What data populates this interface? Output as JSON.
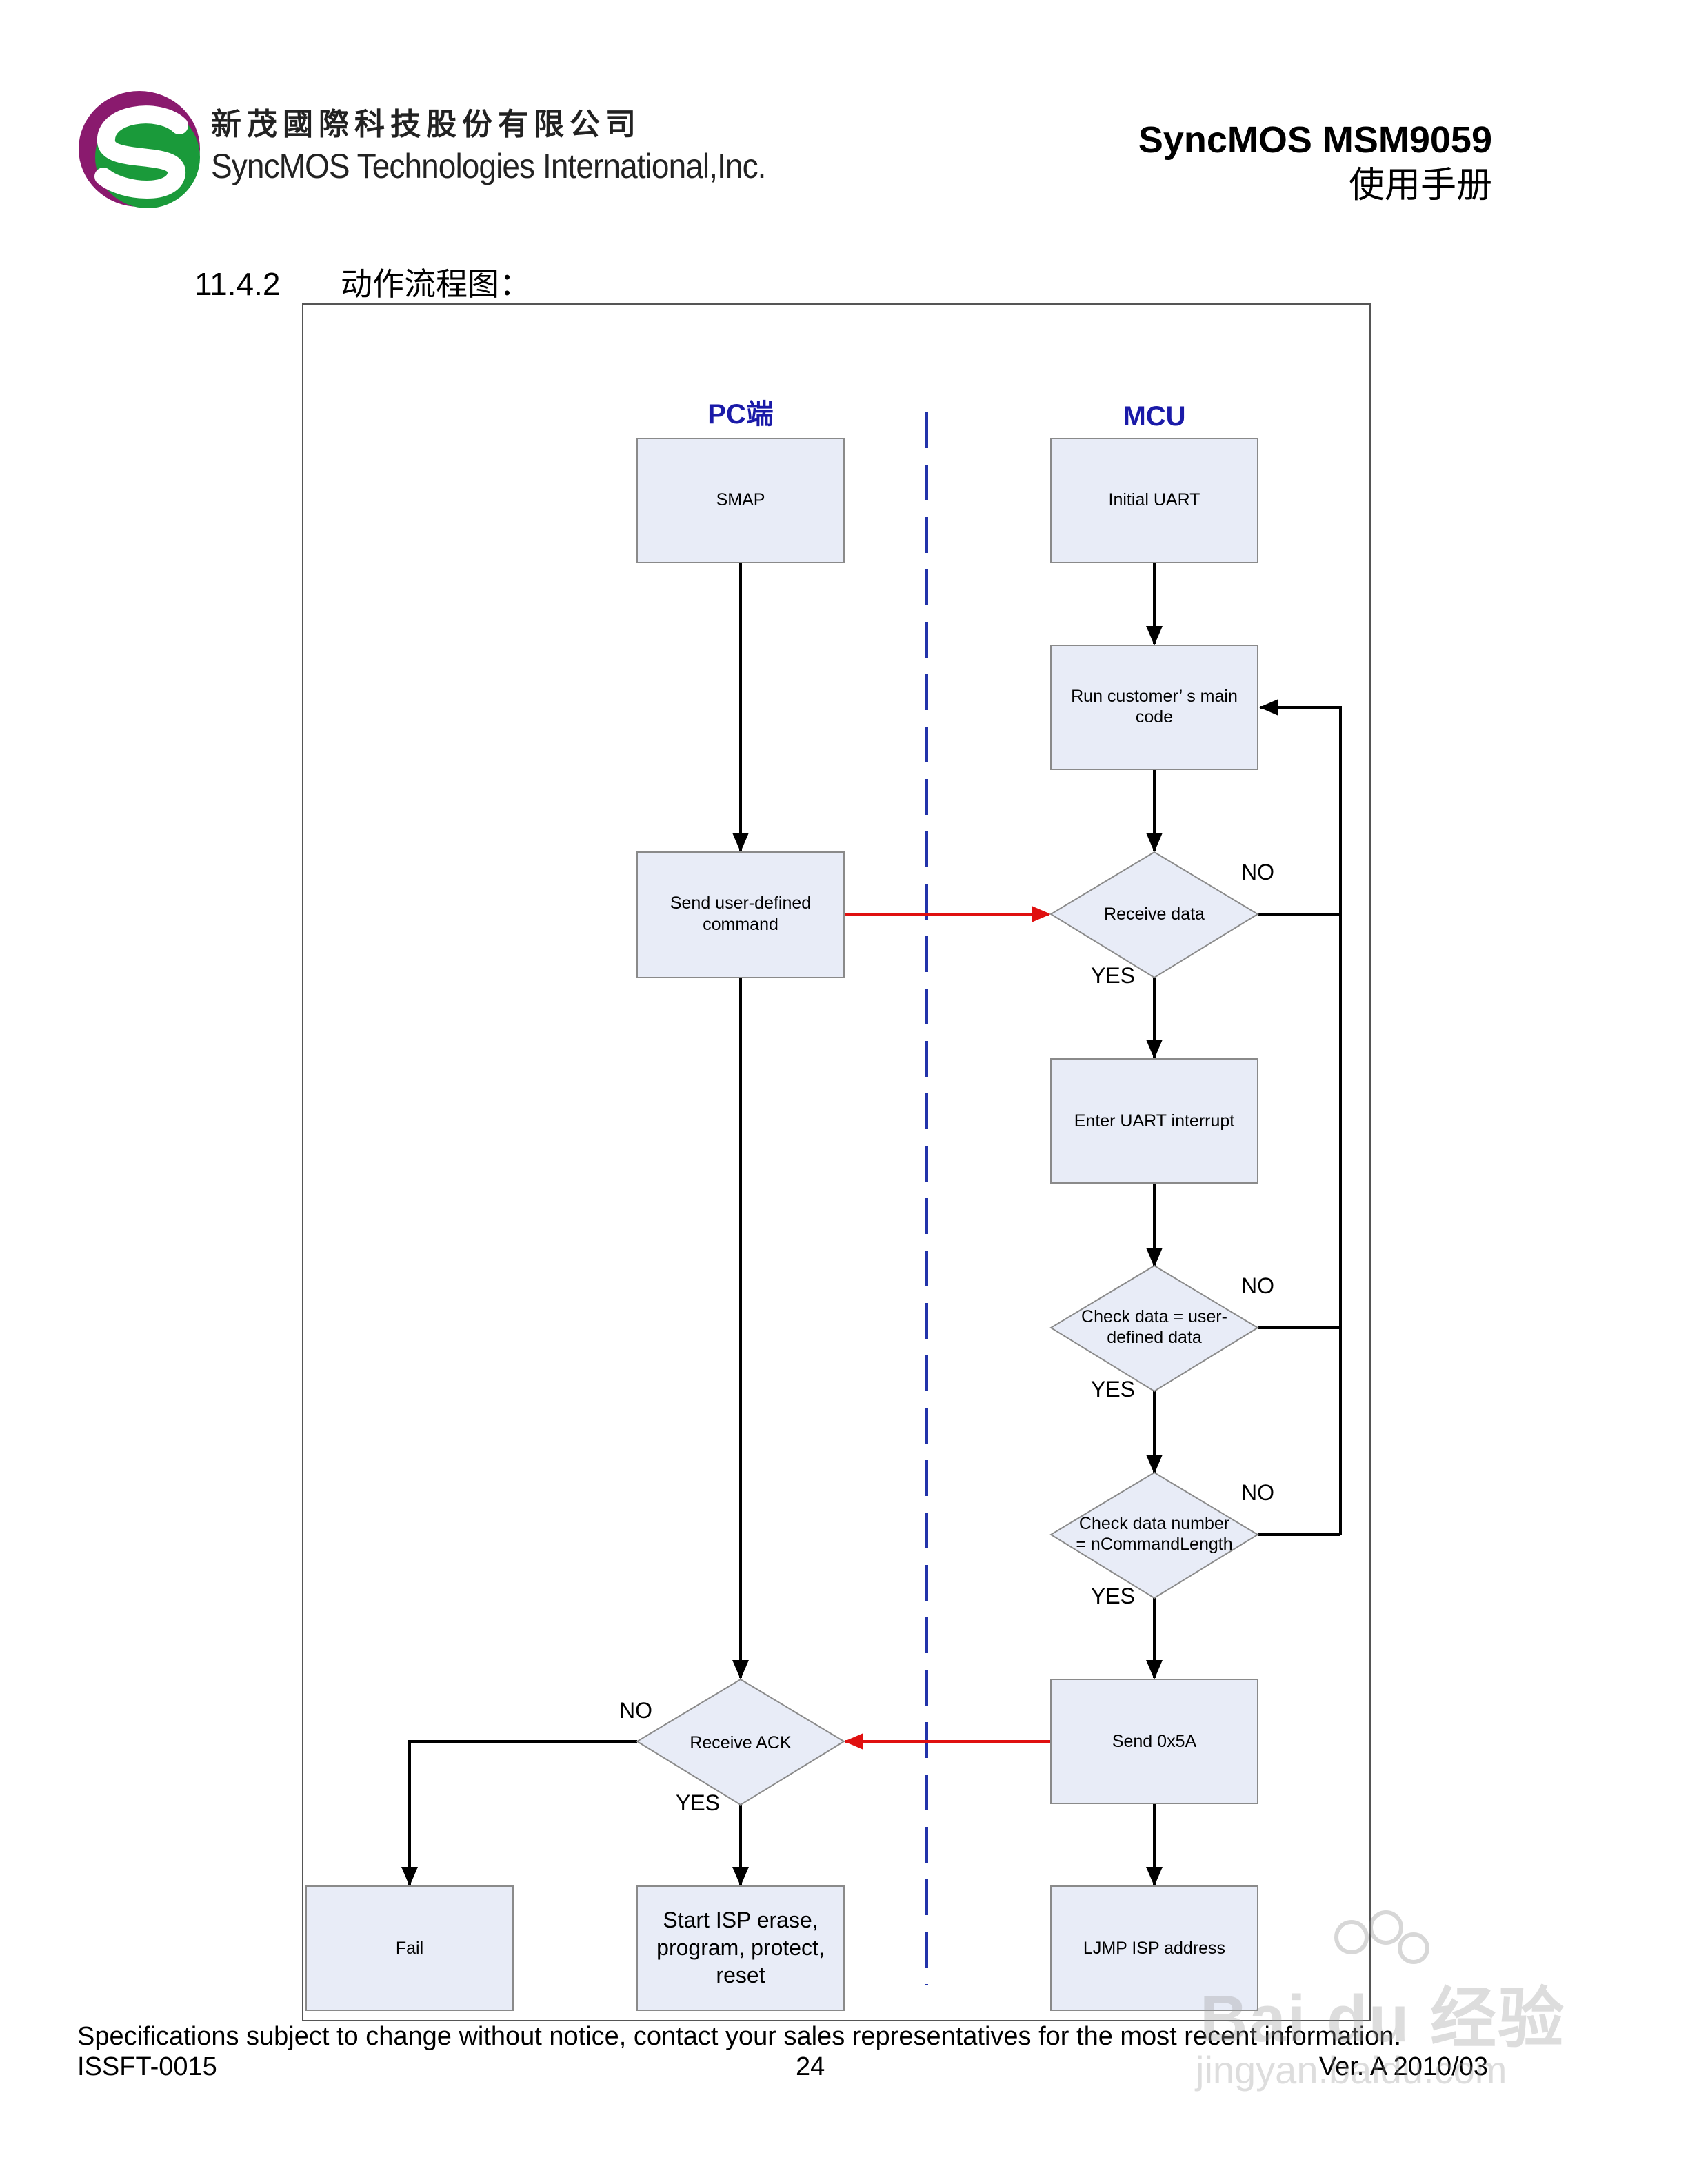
{
  "header": {
    "company_cn": "新茂國際科技股份有限公司",
    "company_en": "SyncMOS Technologies International,Inc.",
    "product": "SyncMOS MSM9059",
    "manual": "使用手册"
  },
  "section": {
    "number": "11.4.2",
    "title": "动作流程图："
  },
  "lanes": {
    "pc": "PC端",
    "mcu": "MCU"
  },
  "nodes": {
    "smap": "SMAP",
    "initial_uart": "Initial UART",
    "run_main_l1": "Run customer’  s main",
    "run_main_l2": "code",
    "send_cmd_l1": "Send user-defined",
    "send_cmd_l2": "command",
    "receive_data": "Receive data",
    "enter_int": "Enter UART interrupt",
    "check_data_l1": "Check data = user-",
    "check_data_l2": "defined data",
    "check_num_l1": "Check data number",
    "check_num_l2": "= nCommandLength",
    "receive_ack": "Receive ACK",
    "send_5a": "Send 0x5A",
    "fail": "Fail",
    "start_isp_l1": "Start ISP erase,",
    "start_isp_l2": "program, protect,",
    "start_isp_l3": "reset",
    "ljmp": "LJMP ISP address"
  },
  "labels": {
    "yes": "YES",
    "no": "NO"
  },
  "footer": {
    "spec": "Specifications subject to change without notice, contact your sales representatives for the most recent information.",
    "doc_id": "ISSFT-0015",
    "page": "24",
    "version": "Ver. A   2010/03"
  },
  "watermark": {
    "text": "Bai du 经验",
    "url": "jingyan.baidu.com"
  },
  "colors": {
    "box_fill": "#e8ecf7",
    "box_stroke": "#8a8a8a",
    "lane_title": "#1a1aa8",
    "divider": "#2233aa",
    "cross_arrow": "#e01010",
    "arrow": "#000000",
    "logo_purple": "#8a1a6e",
    "logo_green": "#1a9a3a"
  }
}
